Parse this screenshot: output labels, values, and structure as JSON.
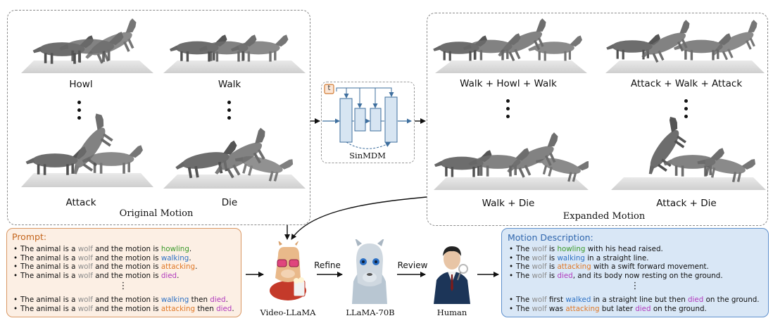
{
  "original_panel": {
    "label": "Original Motion",
    "clips": [
      {
        "caption": "Howl"
      },
      {
        "caption": "Walk"
      },
      {
        "caption": "Attack"
      },
      {
        "caption": "Die"
      }
    ]
  },
  "sinmdm": {
    "label": "SinMDM",
    "t_label": "t"
  },
  "expanded_panel": {
    "label": "Expanded Motion",
    "clips": [
      {
        "caption": "Walk + Howl + Walk"
      },
      {
        "caption": "Attack + Walk + Attack"
      },
      {
        "caption": "Walk + Die"
      },
      {
        "caption": "Attack + Die"
      }
    ]
  },
  "prompt_box": {
    "title": "Prompt:",
    "lines": [
      [
        {
          "t": "The animal is a ",
          "c": ""
        },
        {
          "t": "wolf",
          "c": "c-wolf"
        },
        {
          "t": " and the motion is ",
          "c": ""
        },
        {
          "t": "howling",
          "c": "c-howl"
        },
        {
          "t": ".",
          "c": ""
        }
      ],
      [
        {
          "t": "The animal is a ",
          "c": ""
        },
        {
          "t": "wolf",
          "c": "c-wolf"
        },
        {
          "t": " and the motion is ",
          "c": ""
        },
        {
          "t": "walking",
          "c": "c-walk"
        },
        {
          "t": ".",
          "c": ""
        }
      ],
      [
        {
          "t": "The animal is a ",
          "c": ""
        },
        {
          "t": "wolf",
          "c": "c-wolf"
        },
        {
          "t": " and the motion is ",
          "c": ""
        },
        {
          "t": "attacking",
          "c": "c-attack"
        },
        {
          "t": ".",
          "c": ""
        }
      ],
      [
        {
          "t": "The animal is a ",
          "c": ""
        },
        {
          "t": "wolf",
          "c": "c-wolf"
        },
        {
          "t": " and the motion is ",
          "c": ""
        },
        {
          "t": "died",
          "c": "c-die"
        },
        {
          "t": ".",
          "c": ""
        }
      ]
    ],
    "more": "⋮",
    "lines2": [
      [
        {
          "t": "The animal is a ",
          "c": ""
        },
        {
          "t": "wolf",
          "c": "c-wolf"
        },
        {
          "t": " and the motion is ",
          "c": ""
        },
        {
          "t": "walking",
          "c": "c-walk"
        },
        {
          "t": " then ",
          "c": ""
        },
        {
          "t": "died",
          "c": "c-die"
        },
        {
          "t": ".",
          "c": ""
        }
      ],
      [
        {
          "t": "The animal is a ",
          "c": ""
        },
        {
          "t": "wolf",
          "c": "c-wolf"
        },
        {
          "t": " and the motion is ",
          "c": ""
        },
        {
          "t": "attacking",
          "c": "c-attack"
        },
        {
          "t": " then ",
          "c": ""
        },
        {
          "t": "died",
          "c": "c-die"
        },
        {
          "t": ".",
          "c": ""
        }
      ]
    ]
  },
  "pipeline": {
    "agents": [
      {
        "label": "Video-LLaMA",
        "icon": "llama-with-glasses-icon"
      },
      {
        "label": "LLaMA-70B",
        "icon": "llama-portrait-icon"
      },
      {
        "label": "Human",
        "icon": "human-reviewer-icon"
      }
    ],
    "edges": [
      {
        "label": "Refine"
      },
      {
        "label": "Review"
      }
    ]
  },
  "description_box": {
    "title": "Motion Description:",
    "lines": [
      [
        {
          "t": "The ",
          "c": ""
        },
        {
          "t": "wolf",
          "c": "c-wolf"
        },
        {
          "t": " is ",
          "c": ""
        },
        {
          "t": "howling",
          "c": "c-howl"
        },
        {
          "t": " with his head raised.",
          "c": ""
        }
      ],
      [
        {
          "t": "The ",
          "c": ""
        },
        {
          "t": "wolf",
          "c": "c-wolf"
        },
        {
          "t": " is ",
          "c": ""
        },
        {
          "t": "walking",
          "c": "c-walk"
        },
        {
          "t": " in a straight line.",
          "c": ""
        }
      ],
      [
        {
          "t": "The ",
          "c": ""
        },
        {
          "t": "wolf",
          "c": "c-wolf"
        },
        {
          "t": " is ",
          "c": ""
        },
        {
          "t": "attacking",
          "c": "c-attack"
        },
        {
          "t": " with a swift forward movement.",
          "c": ""
        }
      ],
      [
        {
          "t": "The ",
          "c": ""
        },
        {
          "t": "wolf",
          "c": "c-wolf"
        },
        {
          "t": " is ",
          "c": ""
        },
        {
          "t": "died",
          "c": "c-die"
        },
        {
          "t": ", and its body now resting on the ground.",
          "c": ""
        }
      ]
    ],
    "more": "⋮",
    "lines2": [
      [
        {
          "t": "The ",
          "c": ""
        },
        {
          "t": "wolf",
          "c": "c-wolf"
        },
        {
          "t": " first ",
          "c": ""
        },
        {
          "t": "walked",
          "c": "c-walk"
        },
        {
          "t": " in a straight line but then ",
          "c": ""
        },
        {
          "t": "died",
          "c": "c-die"
        },
        {
          "t": " on the ground.",
          "c": ""
        }
      ],
      [
        {
          "t": "The ",
          "c": ""
        },
        {
          "t": "wolf",
          "c": "c-wolf"
        },
        {
          "t": " was ",
          "c": ""
        },
        {
          "t": "attacking",
          "c": "c-attack"
        },
        {
          "t": " but later ",
          "c": ""
        },
        {
          "t": "died",
          "c": "c-die"
        },
        {
          "t": " on the ground.",
          "c": ""
        }
      ]
    ]
  },
  "colors": {
    "prompt_border": "#d99763",
    "prompt_fill": "#fcefe4",
    "prompt_title": "#c4661e",
    "desc_border": "#5d8fcc",
    "desc_fill": "#d9e7f6",
    "desc_title": "#2f66ad",
    "wolf": "#8c8c8c",
    "howl": "#3b9a2a",
    "walk": "#2f72c4",
    "attack": "#e07928",
    "die": "#b13bbd"
  }
}
